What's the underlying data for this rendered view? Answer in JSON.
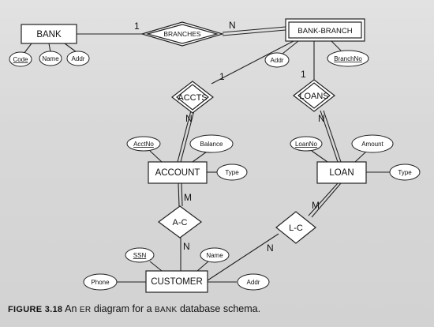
{
  "entities": {
    "bank": "BANK",
    "bank_branch": "BANK-BRANCH",
    "account": "ACCOUNT",
    "loan": "LOAN",
    "customer": "CUSTOMER"
  },
  "relationships": {
    "branches": "BRANCHES",
    "accts": "ACCTS",
    "loans": "LOANS",
    "a_c": "A-C",
    "l_c": "L-C"
  },
  "attributes": {
    "bank": [
      "Code",
      "Name",
      "Addr"
    ],
    "bank_branch": [
      "Addr",
      "BranchNo"
    ],
    "account": [
      "AcctNo",
      "Balance",
      "Type"
    ],
    "loan": [
      "LoanNo",
      "Amount",
      "Type"
    ],
    "customer": [
      "SSN",
      "Name",
      "Phone",
      "Addr"
    ]
  },
  "cardinalities": {
    "branches_bank": "1",
    "branches_branch": "N",
    "accts_branch": "1",
    "accts_account": "N",
    "loans_branch": "1",
    "loans_loan": "N",
    "ac_account": "M",
    "ac_customer": "N",
    "lc_loan": "M",
    "lc_customer": "N"
  },
  "caption": {
    "figure": "FIGURE 3.18",
    "text_before": "An",
    "er": "ER",
    "text_middle": "diagram for a",
    "bank": "BANK",
    "text_after": "database schema."
  },
  "colors": {
    "ink": "#111111",
    "paper": "#d9d9d9",
    "fill": "#ffffff"
  }
}
